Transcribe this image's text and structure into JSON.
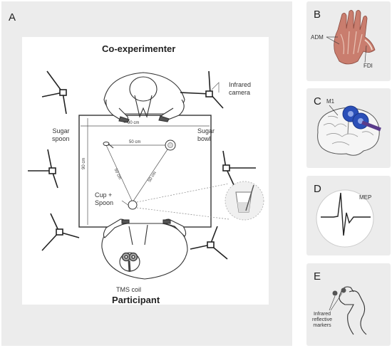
{
  "panels": {
    "a": {
      "letter": "A",
      "top_title": "Co-experimenter",
      "bottom_title": "Participant",
      "infrared_camera": [
        "Infrared",
        "camera"
      ],
      "sugar_spoon": [
        "Sugar",
        "spoon"
      ],
      "sugar_bowl": [
        "Sugar",
        "bowl"
      ],
      "cup_spoon": [
        "Cup +",
        "Spoon"
      ],
      "tms_coil": "TMS coil",
      "dim_90_horizontal": "90 cm",
      "dim_90_vertical": "90 cm",
      "dim_50_horizontal": "50 cm",
      "dim_50_left": "50 cm",
      "dim_50_right": "50 cm"
    },
    "b": {
      "letter": "B",
      "adm": "ADM",
      "fdi": "FDI"
    },
    "c": {
      "letter": "C",
      "m1": "M1"
    },
    "d": {
      "letter": "D",
      "mep": "MEP"
    },
    "e": {
      "letter": "E",
      "markers": [
        "Infrared",
        "reflective",
        "markers"
      ]
    }
  },
  "colors": {
    "panel_bg": "#ececec",
    "coil_blue": "#2b4fb8",
    "muscle": "#b5655a",
    "line": "#333333"
  }
}
